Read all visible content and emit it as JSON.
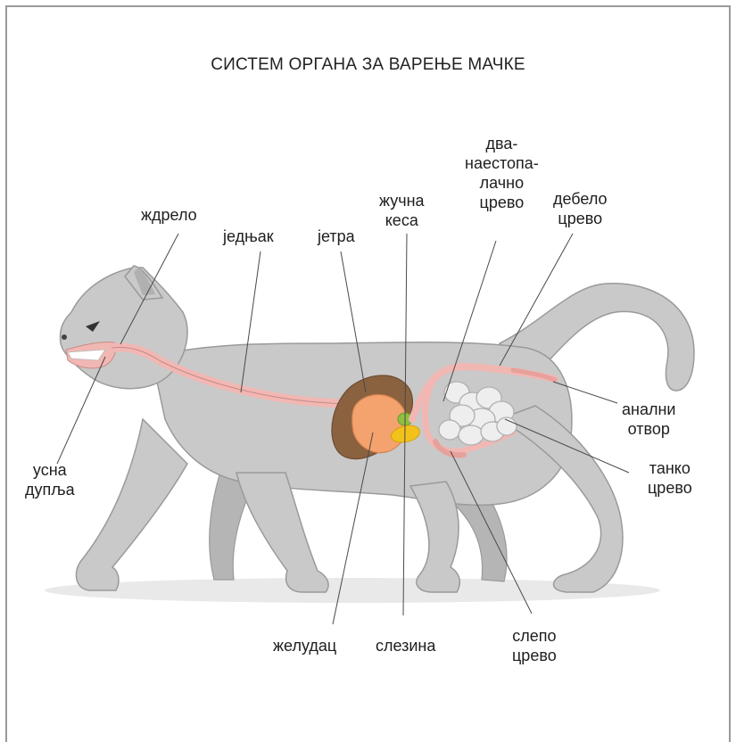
{
  "title": "СИСТЕМ ОРГАНА ЗА ВАРЕЊЕ МАЧКЕ",
  "labels": {
    "zhdrelo": "ждрело",
    "jednjak": "једњак",
    "jetra": "јетра",
    "zhucna_kesa": "жучна\nкеса",
    "dvanaestopalacno": "два-\nнаестопа-\nлачно\nцрево",
    "debelo_crevo": "дебело\nцрево",
    "analni_otvor": "анални\nотвор",
    "tanko_crevo": "танко\nцрево",
    "usna_duplja": "усна\nдупља",
    "zheludac": "желудац",
    "slezina": "слезина",
    "slepo_crevo": "слепо\nцрево"
  },
  "colors": {
    "body": "#c9c9c9",
    "body_shade": "#b5b5b5",
    "tract": "#f1b7b3",
    "stomach": "#f4a26e",
    "liver": "#8a6240",
    "gallbladder": "#8ebf3f",
    "spleen": "#f2c21a",
    "small_intestine": "#eeeeee",
    "outline": "#8e8e8e"
  }
}
